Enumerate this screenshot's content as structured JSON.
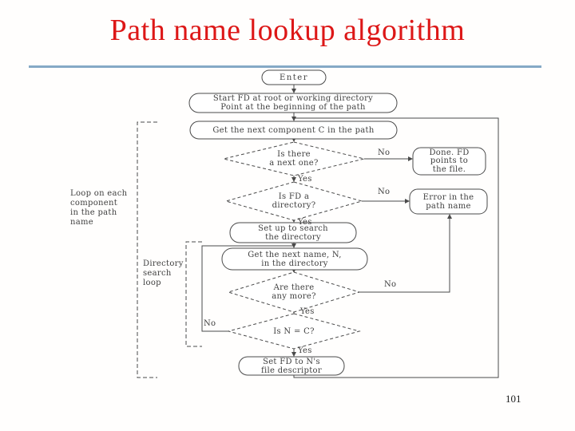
{
  "theme": {
    "background": "#fffefd",
    "title_color": "#dd1717",
    "divider_color": "#85a9c6",
    "diagram_ink": "#4a4a4a",
    "text_ink": "#3f3f3f"
  },
  "header": {
    "title": "Path name lookup algorithm"
  },
  "footer": {
    "page_number": "101"
  },
  "flowchart": {
    "nodes": {
      "enter": {
        "label": "Enter"
      },
      "start_fd": {
        "line1": "Start FD at root or working directory",
        "line2": "Point at the beginning of the path"
      },
      "get_component": {
        "label": "Get the next component C in the path"
      },
      "is_next": {
        "line1": "Is there",
        "line2": "a next one?"
      },
      "done": {
        "line1": "Done.  FD",
        "line2": "points to",
        "line3": "the file."
      },
      "is_dir": {
        "line1": "Is FD a",
        "line2": "directory?"
      },
      "error": {
        "line1": "Error in the",
        "line2": "path name"
      },
      "setup_search": {
        "line1": "Set up to search",
        "line2": "the directory"
      },
      "get_name": {
        "line1": "Get the next name, N,",
        "line2": "in the directory"
      },
      "any_more": {
        "line1": "Are there",
        "line2": "any more?"
      },
      "n_equals_c": {
        "label": "Is N = C?"
      },
      "set_fd": {
        "line1": "Set FD to N's",
        "line2": "file descriptor"
      }
    },
    "edge_labels": {
      "yes": "Yes",
      "no": "No"
    },
    "annotations": {
      "outer_loop": {
        "line1": "Loop on each",
        "line2": "component",
        "line3": "in the path",
        "line4": "name"
      },
      "inner_loop": {
        "line1": "Directory",
        "line2": "search",
        "line3": "loop"
      }
    }
  }
}
